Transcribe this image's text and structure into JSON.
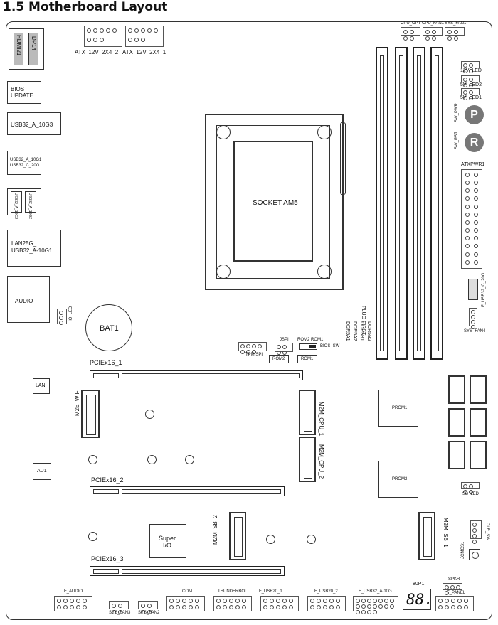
{
  "title": "1.5 Motherboard Layout",
  "rear_io": {
    "hdmi": "HDMI21",
    "dp": "DP14",
    "bios_update": "BIOS_\nUPDATE",
    "usb_10g3": "USB32_A_10G3",
    "usb_10g1_20g": "USB32_A_10G1\nUSB32_C_20G",
    "usb_small_1": "USB32_A_10G2",
    "usb_small_2": "USB32_A_10G2",
    "lan_usb": "LAN25G_\nUSB32_A-10G1",
    "audio": "AUDIO"
  },
  "power": {
    "atx_12v_2": "ATX_12V_2X4_2",
    "atx_12v_1": "ATX_12V_2X4_1",
    "atxpwr": "ATXPWR1"
  },
  "fans": {
    "cpu_opt": "CPU_OPT",
    "cpu_fan1": "CPU_FAN1",
    "sys_fan1": "SYS_FAN1",
    "sys_fan4": "SYS_FAN4",
    "sys_fan3": "SYS_FAN3",
    "sys_fan2": "SYS_FAN2"
  },
  "leds": {
    "led_12v": "12V_LED",
    "led_5v2": "5V_LED2",
    "led_5v1": "5V_LED1",
    "io_led": "IO_LED",
    "sb_led": "SB_LED"
  },
  "buttons": {
    "sw_pwr": "SW_PWR",
    "p": "P",
    "sw_rst": "SW_RST",
    "r": "R"
  },
  "socket": "SOCKET AM5",
  "memory": {
    "plug_first": "PLUG FIRST",
    "ddr5b2": "DDR5B2",
    "ddr5b1": "DDR5B1",
    "ddr5a2": "DDR5A2",
    "ddr5a1": "DDR5A1"
  },
  "battery": "BAT1",
  "headers": {
    "tpm_spi": "TPM SPI",
    "jspi": "JSPI",
    "rom2": "ROM2",
    "rom1": "ROM1",
    "bios_sw": "BIOS_SW",
    "f_usb32_c": "F_USB32_C_20G",
    "f_audio": "F_AUDIO",
    "com": "COM",
    "thunderbolt": "THUNDERBOLT",
    "f_usb20_1": "F_USB20_1",
    "f_usb20_2": "F_USB20_2",
    "f_usb32_a": "F_USB32_A-10G",
    "spkr": "SPKR",
    "f_panel": "F_PANEL",
    "debug": "80P1",
    "debug_digits": "88.",
    "clr_cmos": "JCMOS1",
    "clr_sw": "CLR_SW"
  },
  "slots": {
    "pcie1": "PCIEx16_1",
    "pcie2": "PCIEx16_2",
    "pcie3": "PCIEx16_3",
    "m2e_wifi": "M2E_WIFI",
    "m2m_cpu1": "M2M_CPU_1",
    "m2m_cpu2": "M2M_CPU_2",
    "m2m_sb2": "M2M_SB_2",
    "m2m_sb1": "M2M_SB_1"
  },
  "chips": {
    "lan": "LAN",
    "au1": "AU1",
    "prom1": "PROM1",
    "prom2": "PROM2",
    "super_io": "Super\nI/O"
  }
}
